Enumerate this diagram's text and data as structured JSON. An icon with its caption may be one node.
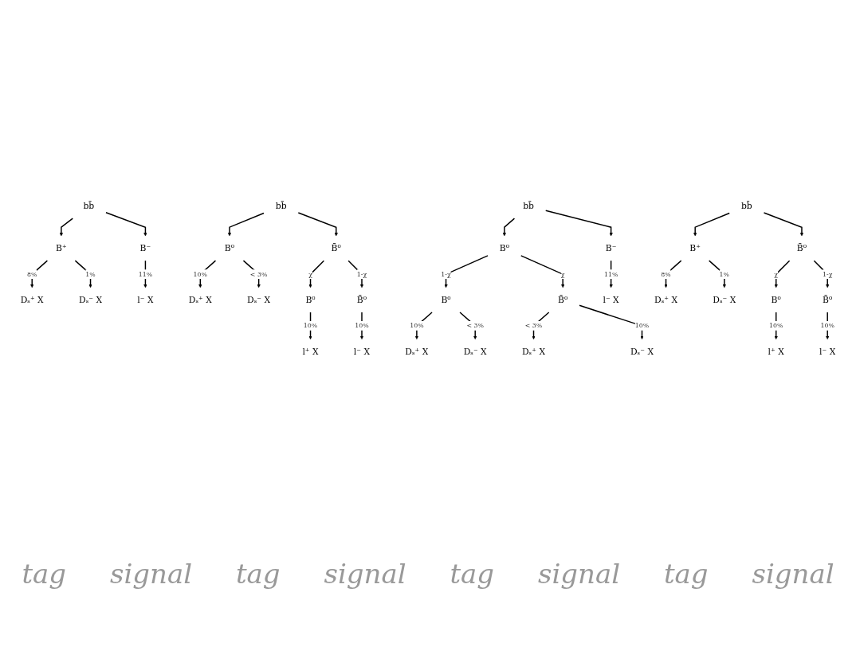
{
  "diagram": {
    "nodes": [
      {
        "text": [
          "bb̄"
        ]
      },
      {
        "text": [
          "B⁺"
        ]
      },
      {
        "text": [
          "B⁻"
        ]
      },
      {
        "text": [
          "Dₛ⁺ X"
        ]
      },
      {
        "text": [
          "Dₛ⁻ X"
        ]
      },
      {
        "text": [
          "l⁻ X"
        ]
      },
      {
        "text": [
          "bb̄"
        ]
      },
      {
        "text": [
          "B⁰"
        ]
      },
      {
        "text": [
          "B̄⁰"
        ]
      },
      {
        "text": [
          "Dₛ⁺ X"
        ]
      },
      {
        "text": [
          "Dₛ⁻ X"
        ]
      },
      {
        "text": [
          "B⁰"
        ]
      },
      {
        "text": [
          "B̄⁰"
        ]
      },
      {
        "text": [
          "l⁺ X"
        ]
      },
      {
        "text": [
          "l⁻ X"
        ]
      },
      {
        "text": [
          "bb̄"
        ]
      },
      {
        "text": [
          "B⁰"
        ]
      },
      {
        "text": [
          "B⁻"
        ]
      },
      {
        "text": [
          "B⁰"
        ]
      },
      {
        "text": [
          "B̄⁰"
        ]
      },
      {
        "text": [
          "Dₛ⁺ X"
        ]
      },
      {
        "text": [
          "Dₛ⁻ X"
        ]
      },
      {
        "text": [
          "Dₛ⁺ X"
        ]
      },
      {
        "text": [
          "Dₛ⁻ X"
        ]
      },
      {
        "text": [
          "l⁻ X"
        ]
      },
      {
        "text": [
          "bb̄"
        ]
      },
      {
        "text": [
          "B⁺"
        ]
      },
      {
        "text": [
          "B̄⁰"
        ]
      },
      {
        "text": [
          "Dₛ⁺ X"
        ]
      },
      {
        "text": [
          "Dₛ⁻ X"
        ]
      },
      {
        "text": [
          "B⁰"
        ]
      },
      {
        "text": [
          "B̄⁰"
        ]
      },
      {
        "text": [
          "l⁺ X"
        ]
      },
      {
        "text": [
          "l⁻ X"
        ]
      }
    ],
    "edges": [
      {
        "from": 0,
        "to": 1,
        "arrow": "to"
      },
      {
        "from": 0,
        "to": 2,
        "arrow": "to"
      },
      {
        "from": 1,
        "to": 3,
        "label": "8%",
        "arrow": "to"
      },
      {
        "from": 1,
        "to": 4,
        "label": "1%",
        "arrow": "to"
      },
      {
        "from": 2,
        "to": 5,
        "label": "11%",
        "arrow": "to"
      },
      {
        "from": 6,
        "to": 7,
        "arrow": "to"
      },
      {
        "from": 6,
        "to": 8,
        "arrow": "to"
      },
      {
        "from": 7,
        "to": 9,
        "label": "10%",
        "arrow": "to"
      },
      {
        "from": 7,
        "to": 10,
        "label": "< 3%",
        "arrow": "to"
      },
      {
        "from": 8,
        "to": 11,
        "label": "χ",
        "arrow": "to"
      },
      {
        "from": 8,
        "to": 12,
        "label": "1-χ",
        "arrow": "to"
      },
      {
        "from": 11,
        "to": 13,
        "label": "10%",
        "arrow": "to"
      },
      {
        "from": 12,
        "to": 14,
        "label": "10%",
        "arrow": "to"
      },
      {
        "from": 15,
        "to": 16,
        "arrow": "to"
      },
      {
        "from": 15,
        "to": 17,
        "arrow": "to"
      },
      {
        "from": 16,
        "to": 18,
        "label": "1-χ",
        "arrow": "to"
      },
      {
        "from": 16,
        "to": 19,
        "label": "χ",
        "arrow": "to"
      },
      {
        "from": 18,
        "to": 20,
        "label": "10%",
        "arrow": "to"
      },
      {
        "from": 18,
        "to": 21,
        "label": "< 3%",
        "arrow": "to"
      },
      {
        "from": 19,
        "to": 22,
        "label": "< 3%",
        "arrow": "to"
      },
      {
        "from": 19,
        "to": 23,
        "label": "10%",
        "arrow": "to"
      },
      {
        "from": 17,
        "to": 24,
        "label": "11%",
        "arrow": "to"
      },
      {
        "from": 25,
        "to": 26,
        "arrow": "to"
      },
      {
        "from": 25,
        "to": 27,
        "arrow": "to"
      },
      {
        "from": 26,
        "to": 28,
        "label": "8%",
        "arrow": "to"
      },
      {
        "from": 26,
        "to": 29,
        "label": "1%",
        "arrow": "to"
      },
      {
        "from": 27,
        "to": 30,
        "label": "χ",
        "arrow": "to"
      },
      {
        "from": 27,
        "to": 31,
        "label": "1-χ",
        "arrow": "to"
      },
      {
        "from": 30,
        "to": 32,
        "label": "10%",
        "arrow": "to"
      },
      {
        "from": 31,
        "to": 33,
        "label": "10%",
        "arrow": "to"
      }
    ],
    "labels": [
      "tag",
      "signal",
      "tag",
      "signal",
      "tag",
      "signal",
      "tag",
      "signal"
    ]
  }
}
